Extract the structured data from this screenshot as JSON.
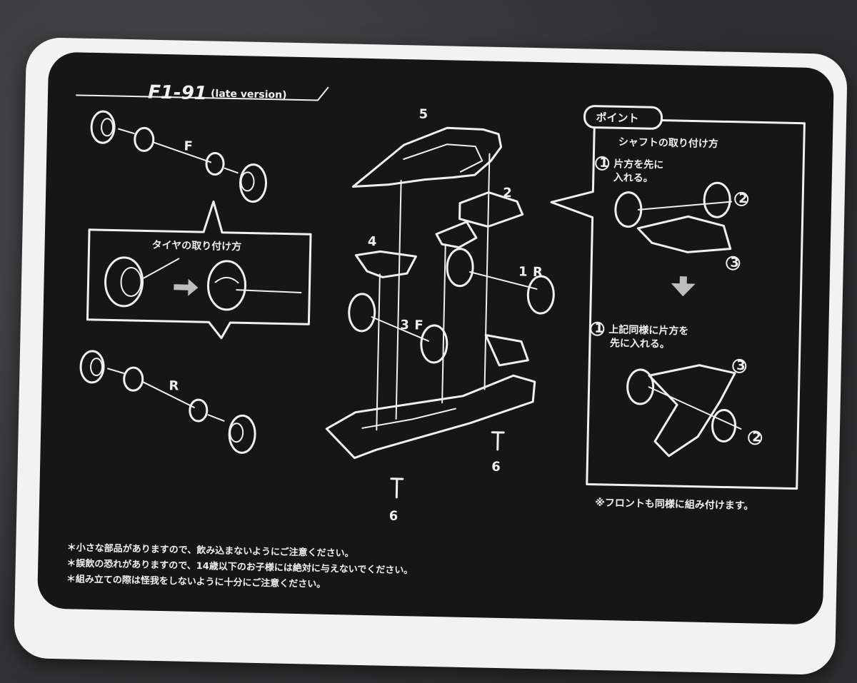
{
  "header": {
    "model": "F1-91",
    "variant": "(late version)"
  },
  "left_panel": {
    "front_label": "F",
    "rear_label": "R",
    "tire_box_title": "タイヤの取り付け方"
  },
  "center": {
    "part_5": "5",
    "part_2": "2",
    "part_4": "4",
    "part_1": "1",
    "part_1_suffix": "R",
    "part_3": "3",
    "part_3_suffix": "F",
    "part_6_right": "6",
    "part_6_bottom": "6"
  },
  "point_panel": {
    "tab_label": "ポイント",
    "title": "シャフトの取り付け方",
    "step1_num": "1",
    "step1_line1": "片方を先に",
    "step1_line2": "入れる。",
    "step1_callout_2": "2",
    "step1_callout_3": "3",
    "step2_num": "1",
    "step2_line1": "上記同様に片方を",
    "step2_line2": "先に入れる。",
    "step2_callout_3": "3",
    "step2_callout_2": "2",
    "footnote": "※フロントも同様に組み付けます。"
  },
  "warnings": [
    "＊小さな部品がありますので、飲み込まないようにご注意ください。",
    "＊誤飲の恐れがありますので、14歳以下のお子様には絶対に与えないでください。",
    "＊組み立ての際は怪我をしないように十分にご注意ください。"
  ]
}
